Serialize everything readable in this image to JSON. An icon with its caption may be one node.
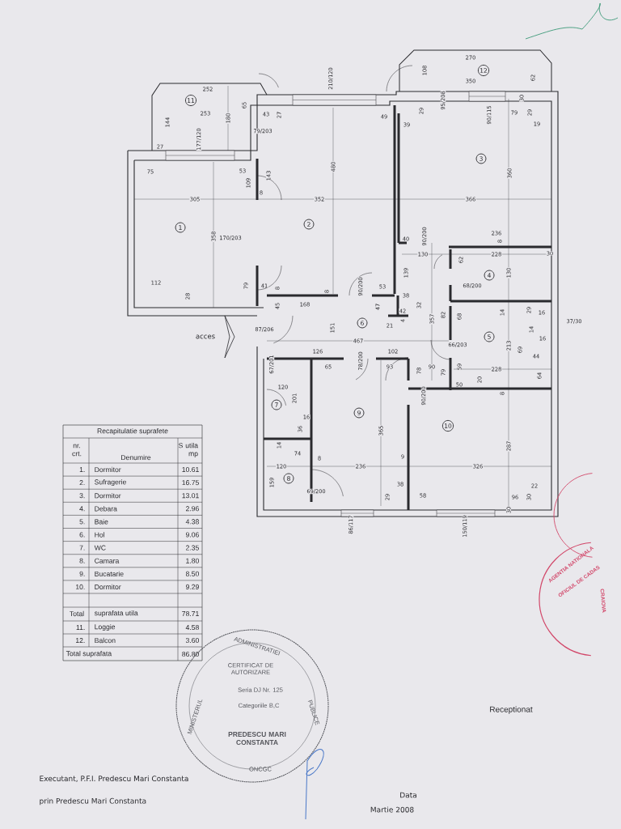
{
  "diagram": {
    "labels": [
      "252",
      "11",
      "253",
      "65",
      "144",
      "180",
      "43",
      "27",
      "177/120",
      "27",
      "79/203",
      "210/120",
      "49",
      "270",
      "108",
      "12",
      "350",
      "62",
      "95/208",
      "30",
      "29",
      "39",
      "90/115",
      "79",
      "29",
      "19",
      "3",
      "480",
      "75",
      "53",
      "109",
      "143",
      "360",
      "305",
      "8",
      "352",
      "366",
      "2",
      "1",
      "358",
      "170/203",
      "236",
      "40",
      "90/200",
      "8",
      "130",
      "228",
      "30",
      "62",
      "139",
      "130",
      "4",
      "112",
      "79",
      "41",
      "8",
      "53",
      "68/200",
      "90/200",
      "8",
      "28",
      "38",
      "45",
      "168",
      "47",
      "42",
      "32",
      "357",
      "82",
      "68",
      "14",
      "29",
      "16",
      "37/30",
      "21",
      "4",
      "6",
      "151",
      "87/206",
      "acces",
      "5",
      "14",
      "16",
      "467",
      "213",
      "66/203",
      "126",
      "102",
      "69",
      "44",
      "67/201",
      "78/200",
      "65",
      "93",
      "90",
      "78",
      "79",
      "59",
      "228",
      "64",
      "20",
      "50",
      "120",
      "8",
      "90/200",
      "201",
      "7",
      "9",
      "16",
      "10",
      "36",
      "365",
      "14",
      "287",
      "74",
      "8",
      "9",
      "120",
      "236",
      "326",
      "8",
      "159",
      "38",
      "22",
      "69/200",
      "29",
      "58",
      "96",
      "30",
      "30",
      "86/117",
      "150/119",
      "Recapitulatie suprafete",
      "nr. crt.",
      "Denumire",
      "S utila mp",
      "1.",
      "Dormitor",
      "10.61",
      "2.",
      "Sufragerie",
      "16.75",
      "3.",
      "Dormitor",
      "13.01",
      "4.",
      "Debara",
      "2.96",
      "5.",
      "Baie",
      "4.38",
      "6.",
      "Hol",
      "9.06",
      "7.",
      "WC",
      "2.35",
      "8.",
      "Camara",
      "1.80",
      "9.",
      "Bucatarie",
      "8.50",
      "10.",
      "Dormitor",
      "9.29",
      "Total",
      "suprafata utila",
      "78.71",
      "11.",
      "Loggie",
      "4.58",
      "12.",
      "Balcon",
      "3.60",
      "Total suprafata",
      "86.80",
      "MINISTERUL",
      "ADMINISTRATIEI",
      "PUBLICE",
      "CERTIFICAT DE AUTORIZARE",
      "Seria DJ Nr. 125",
      "Categoriile B,C",
      "PREDESCU MARI CONSTANTA",
      "ONCGC",
      "AGENTIA NATIONALA",
      "OFICIUL DE CADAS",
      "CRAIOVA",
      "Receptionat",
      "Executant, P.F.I. Predescu Mari Constanta",
      "prin Predescu Mari Constanta",
      "Data",
      "Martie 2008"
    ]
  }
}
